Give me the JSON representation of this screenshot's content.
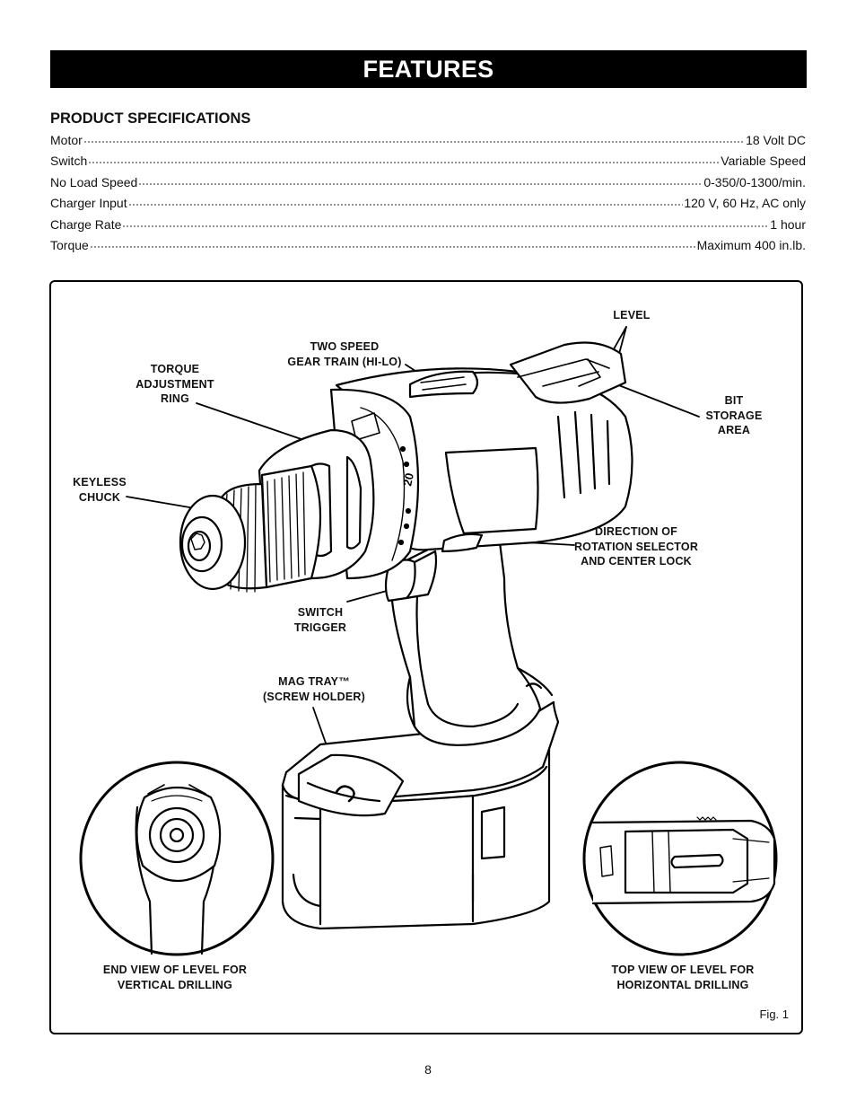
{
  "banner": {
    "title": "FEATURES"
  },
  "specifications": {
    "heading": "PRODUCT SPECIFICATIONS",
    "rows": [
      {
        "name": "Motor",
        "value": "18 Volt DC"
      },
      {
        "name": "Switch",
        "value": "Variable Speed"
      },
      {
        "name": "No Load Speed",
        "value": "0-350/0-1300/min."
      },
      {
        "name": "Charger Input",
        "value": "120 V, 60 Hz, AC only"
      },
      {
        "name": "Charge Rate",
        "value": "1 hour"
      },
      {
        "name": "Torque",
        "value": "Maximum 400 in.lb."
      }
    ]
  },
  "figure": {
    "callouts": {
      "level": "LEVEL",
      "two_speed": "TWO SPEED\nGEAR TRAIN (HI-LO)",
      "torque_ring": "TORQUE\nADJUSTMENT\nRING",
      "bit_storage": "BIT\nSTORAGE\nAREA",
      "keyless_chuck": "KEYLESS\nCHUCK",
      "direction_selector": "DIRECTION OF\nROTATION SELECTOR\nAND CENTER LOCK",
      "switch_trigger": "SWITCH\nTRIGGER",
      "mag_tray": "MAG TRAY™\n(SCREW HOLDER)",
      "end_view": "END VIEW OF LEVEL FOR\nVERTICAL DRILLING",
      "top_view": "TOP VIEW OF LEVEL FOR\nHORIZONTAL DRILLING"
    },
    "clutch_marking": "20",
    "fig_label": "Fig. 1"
  },
  "page": {
    "number": "8"
  }
}
